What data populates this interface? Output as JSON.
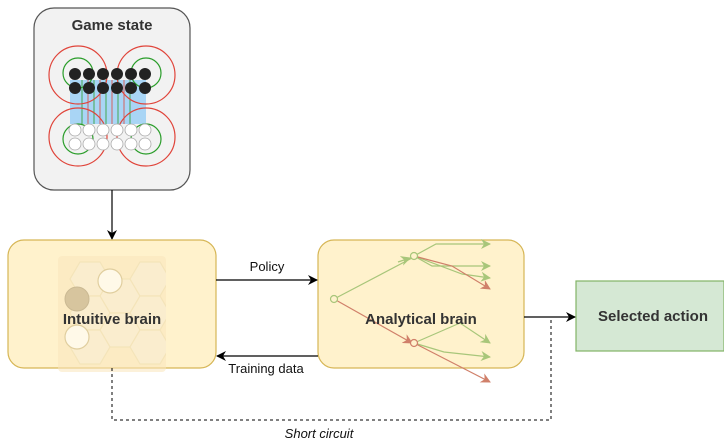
{
  "diagram": {
    "nodes": {
      "game_state": {
        "label": "Game state",
        "fill": "#f2f2f2",
        "stroke": "#555555"
      },
      "intuitive_brain": {
        "label": "Intuitive brain",
        "fill": "#fff2cc",
        "stroke": "#d6b656"
      },
      "analytical_brain": {
        "label": "Analytical brain",
        "fill": "#fff2cc",
        "stroke": "#d6b656"
      },
      "selected_action": {
        "label": "Selected action",
        "fill": "#d5e8d4",
        "stroke": "#82b366"
      }
    },
    "edges": {
      "policy": {
        "label": "Policy"
      },
      "training_data": {
        "label": "Training data"
      },
      "short_circuit": {
        "label": "Short circuit"
      }
    },
    "colors": {
      "board_red": "#e0443a",
      "board_green": "#2a9d2a",
      "board_blue": "#a9d5f5",
      "tree_green": "#a8c67a",
      "tree_red": "#d0806a",
      "hex": "#f0e0b8"
    }
  }
}
